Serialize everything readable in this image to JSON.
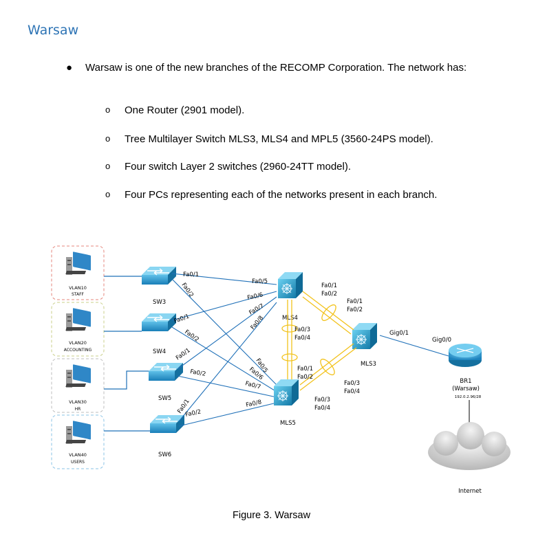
{
  "heading": "Warsaw",
  "intro": "Warsaw is one of the new branches of the RECOMP Corporation. The network has:",
  "items": [
    "One Router (2901 model).",
    "Tree Multilayer Switch MLS3, MLS4 and MPL5 (3560-24PS model).",
    "Four switch Layer 2 switches (2960-24TT model).",
    "Four PCs representing each of the networks present in each branch."
  ],
  "diagram": {
    "vlans": [
      {
        "name": "VLAN10",
        "sub": "STAFF"
      },
      {
        "name": "VLAN20",
        "sub": "ACCOUNTING"
      },
      {
        "name": "VLAN30",
        "sub": "HR"
      },
      {
        "name": "VLAN40",
        "sub": "USERS"
      }
    ],
    "switches": [
      "SW3",
      "SW4",
      "SW5",
      "SW6"
    ],
    "multilayer": [
      "MLS4",
      "MLS5",
      "MLS3"
    ],
    "router": {
      "name": "BR1",
      "location": "(Warsaw)",
      "network": "192.0.2.96/28"
    },
    "cloud_label": "Internet",
    "port_labels": {
      "sw3_a": "Fa0/1",
      "sw3_b": "Fa0/2",
      "sw4_a": "Fa0/1",
      "sw4_b": "Fa0/2",
      "sw5_a": "Fa0/1",
      "sw5_b": "Fa0/2",
      "sw6_a": "Fa0/1",
      "sw6_b": "Fa0/2",
      "mls4_5": "Fa0/5",
      "mls4_6": "Fa0/6",
      "mls4_7": "Fa0/7",
      "mls4_8": "Fa0/8",
      "mls4_1": "Fa0/1",
      "mls4_2": "Fa0/2",
      "mls4_3": "Fa0/3",
      "mls4_4": "Fa0/4",
      "mls5_5": "Fa0/5",
      "mls5_6": "Fa0/6",
      "mls5_7": "Fa0/7",
      "mls5_8": "Fa0/8",
      "mls5_1": "Fa0/1",
      "mls5_2": "Fa0/2",
      "mls5_3": "Fa0/3",
      "mls5_4": "Fa0/4",
      "mls3_1": "Fa0/1",
      "mls3_2": "Fa0/2",
      "mls3_3": "Fa0/3",
      "mls3_4": "Fa0/4",
      "mls3_gig": "Gig0/1",
      "br1_gig": "Gig0/0"
    }
  },
  "caption": "Figure 3. Warsaw"
}
